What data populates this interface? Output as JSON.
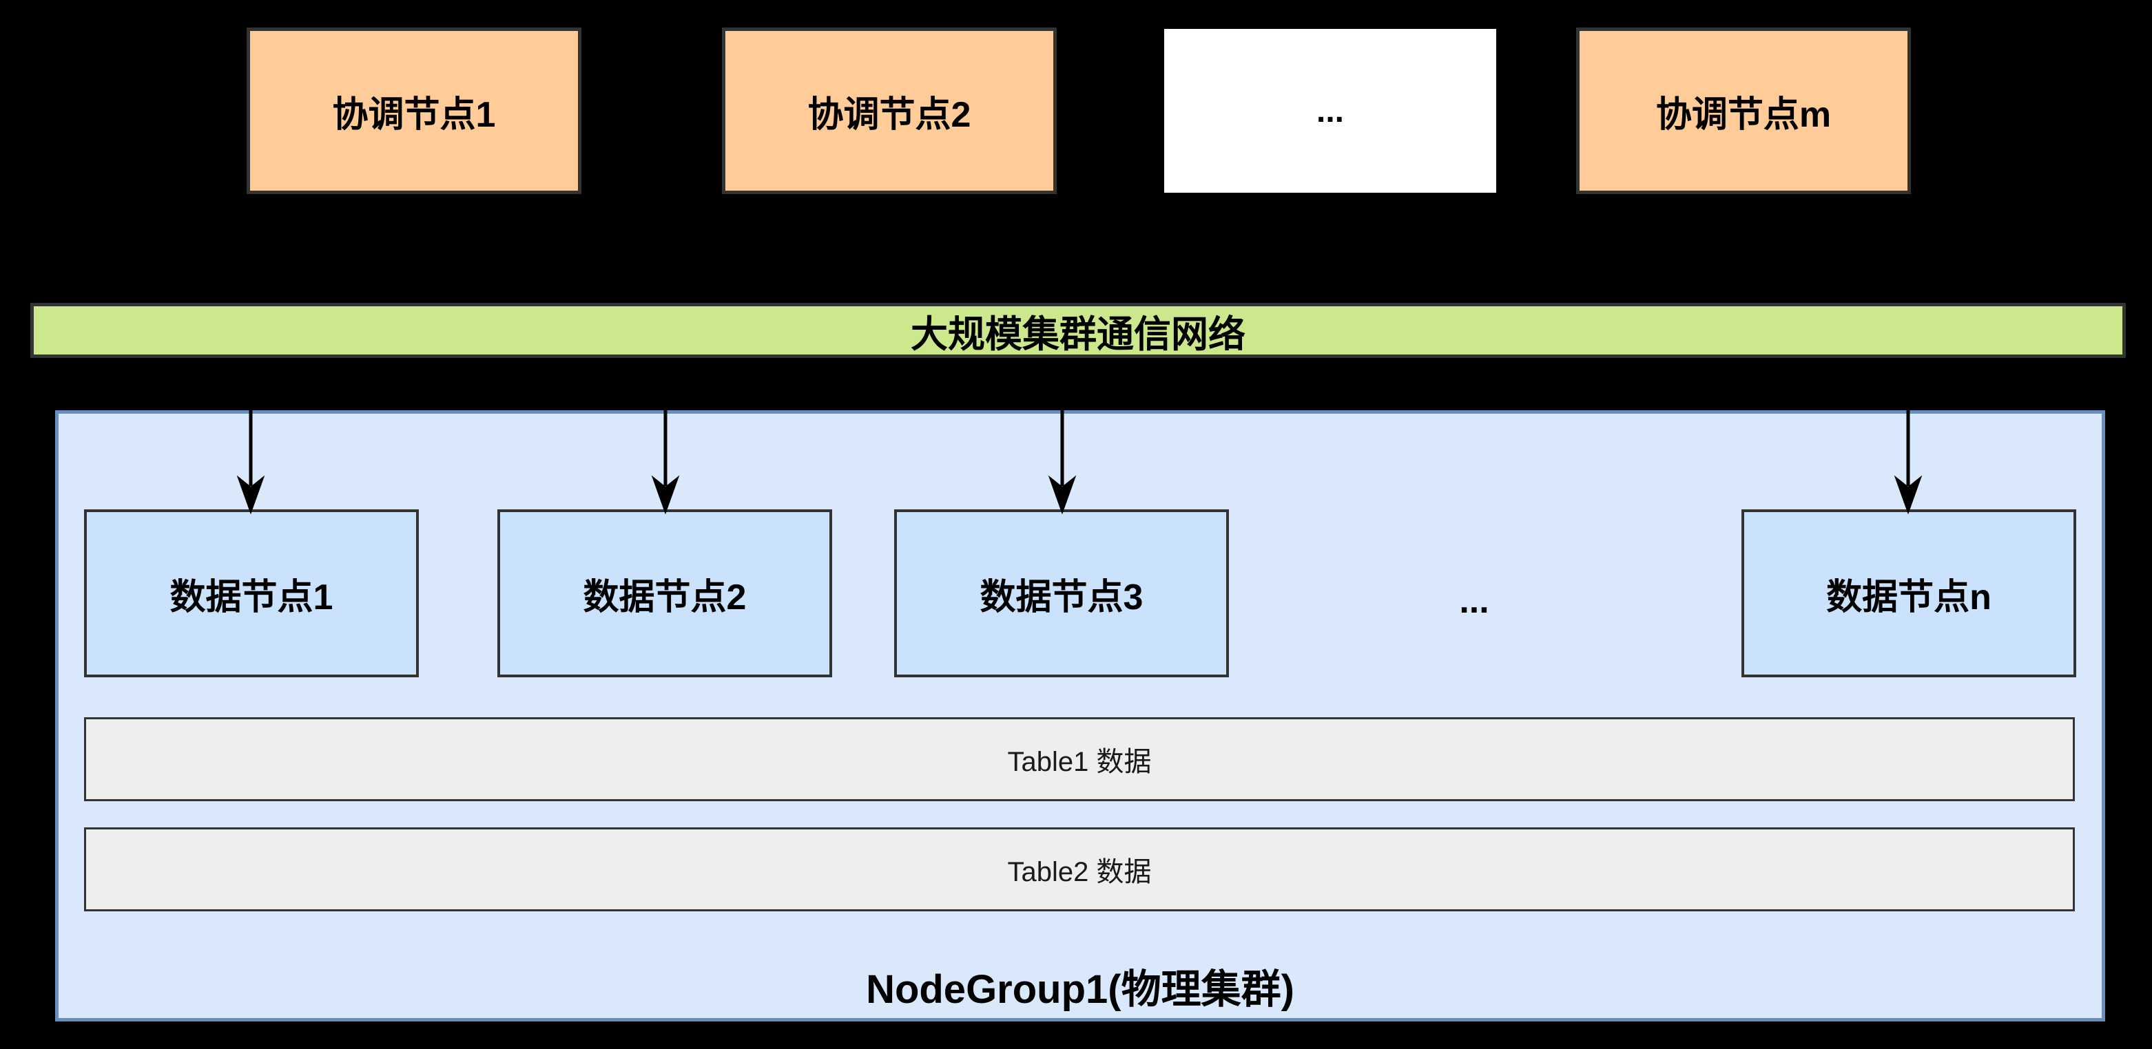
{
  "diagram": {
    "coordinators": [
      {
        "label": "协调节点1"
      },
      {
        "label": "协调节点2"
      },
      {
        "label": "..."
      },
      {
        "label": "协调节点m"
      }
    ],
    "network_bar": {
      "label": "大规模集群通信网络"
    },
    "node_group": {
      "title": "NodeGroup1(物理集群)",
      "data_nodes": [
        {
          "label": "数据节点1"
        },
        {
          "label": "数据节点2"
        },
        {
          "label": "数据节点3"
        },
        {
          "label": "..."
        },
        {
          "label": "数据节点n"
        }
      ],
      "tables": [
        {
          "label": "Table1 数据"
        },
        {
          "label": "Table2 数据"
        }
      ]
    },
    "colors": {
      "background": "#000000",
      "coordinator_fill": "#FFCC99",
      "network_fill": "#CCE88D",
      "group_fill": "#DAE8FC",
      "group_border": "#6C8EBF",
      "data_node_fill": "#CAE2FB",
      "table_fill": "#EEEEEE",
      "box_border": "#333333",
      "arrow": "#000000"
    }
  }
}
